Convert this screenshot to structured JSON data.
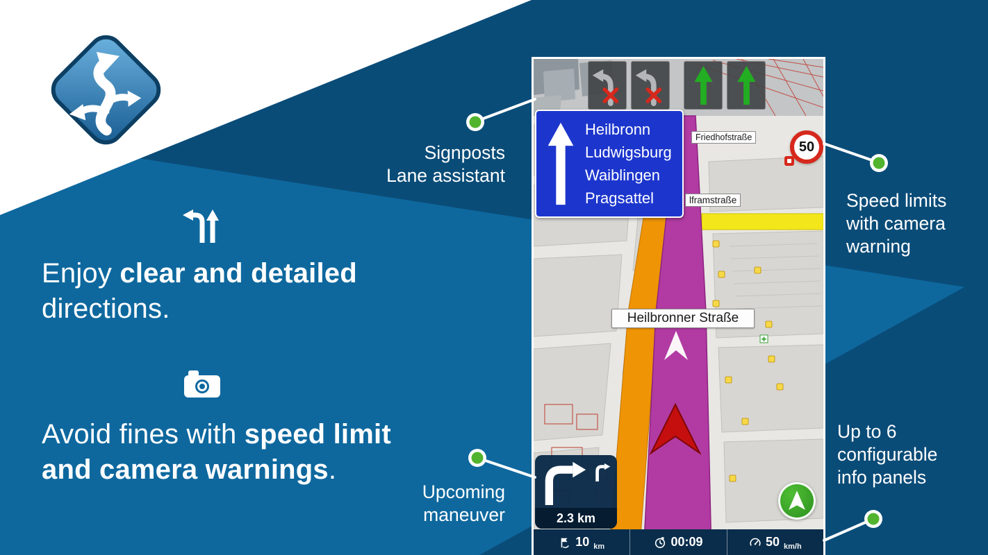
{
  "colors": {
    "mid_blue": "#0e689e",
    "dark_blue": "#0a4c78",
    "accent_green": "#52b42e",
    "signpost_blue": "#1c36cd",
    "route_purple": "#b23ba3",
    "road_orange": "#ef9405",
    "road_yellow": "#f3e71c",
    "speed_red": "#d6281c",
    "panel_navy": "#0a2d4b",
    "lane_green": "#22ad22"
  },
  "headlines": {
    "first": {
      "regular": "Enjoy ",
      "bold": "clear and detailed",
      "line2": "directions."
    },
    "second": {
      "regular": "Avoid fines with ",
      "bold1": "speed limit",
      "bold2": "and camera warnings",
      "period": "."
    }
  },
  "callouts": {
    "signposts": {
      "line1": "Signposts",
      "line2": "Lane assistant"
    },
    "speed_limits": {
      "line1": "Speed limits",
      "line2": "with camera",
      "line3": "warning"
    },
    "upcoming": {
      "line1": "Upcoming",
      "line2": "maneuver"
    },
    "info_panels": {
      "line1": "Up to 6",
      "line2": "configurable",
      "line3": "info panels"
    }
  },
  "app": {
    "signpost": {
      "destinations": [
        "Heilbronn",
        "Ludwigsburg",
        "Waiblingen",
        "Pragsattel"
      ]
    },
    "speed_sign": {
      "value": "50"
    },
    "street_labels": {
      "friedhofstrasse": "Friedhofstraße",
      "wolframstrasse": "lframstraße",
      "heilbronner": "Heilbronner Straße"
    },
    "maneuver": {
      "distance": "2.3 km"
    },
    "info_bar": {
      "remaining_distance": {
        "value": "10",
        "unit": "km"
      },
      "remaining_time": {
        "value": "00:09"
      },
      "speed": {
        "value": "50",
        "unit": "km/h"
      }
    }
  }
}
